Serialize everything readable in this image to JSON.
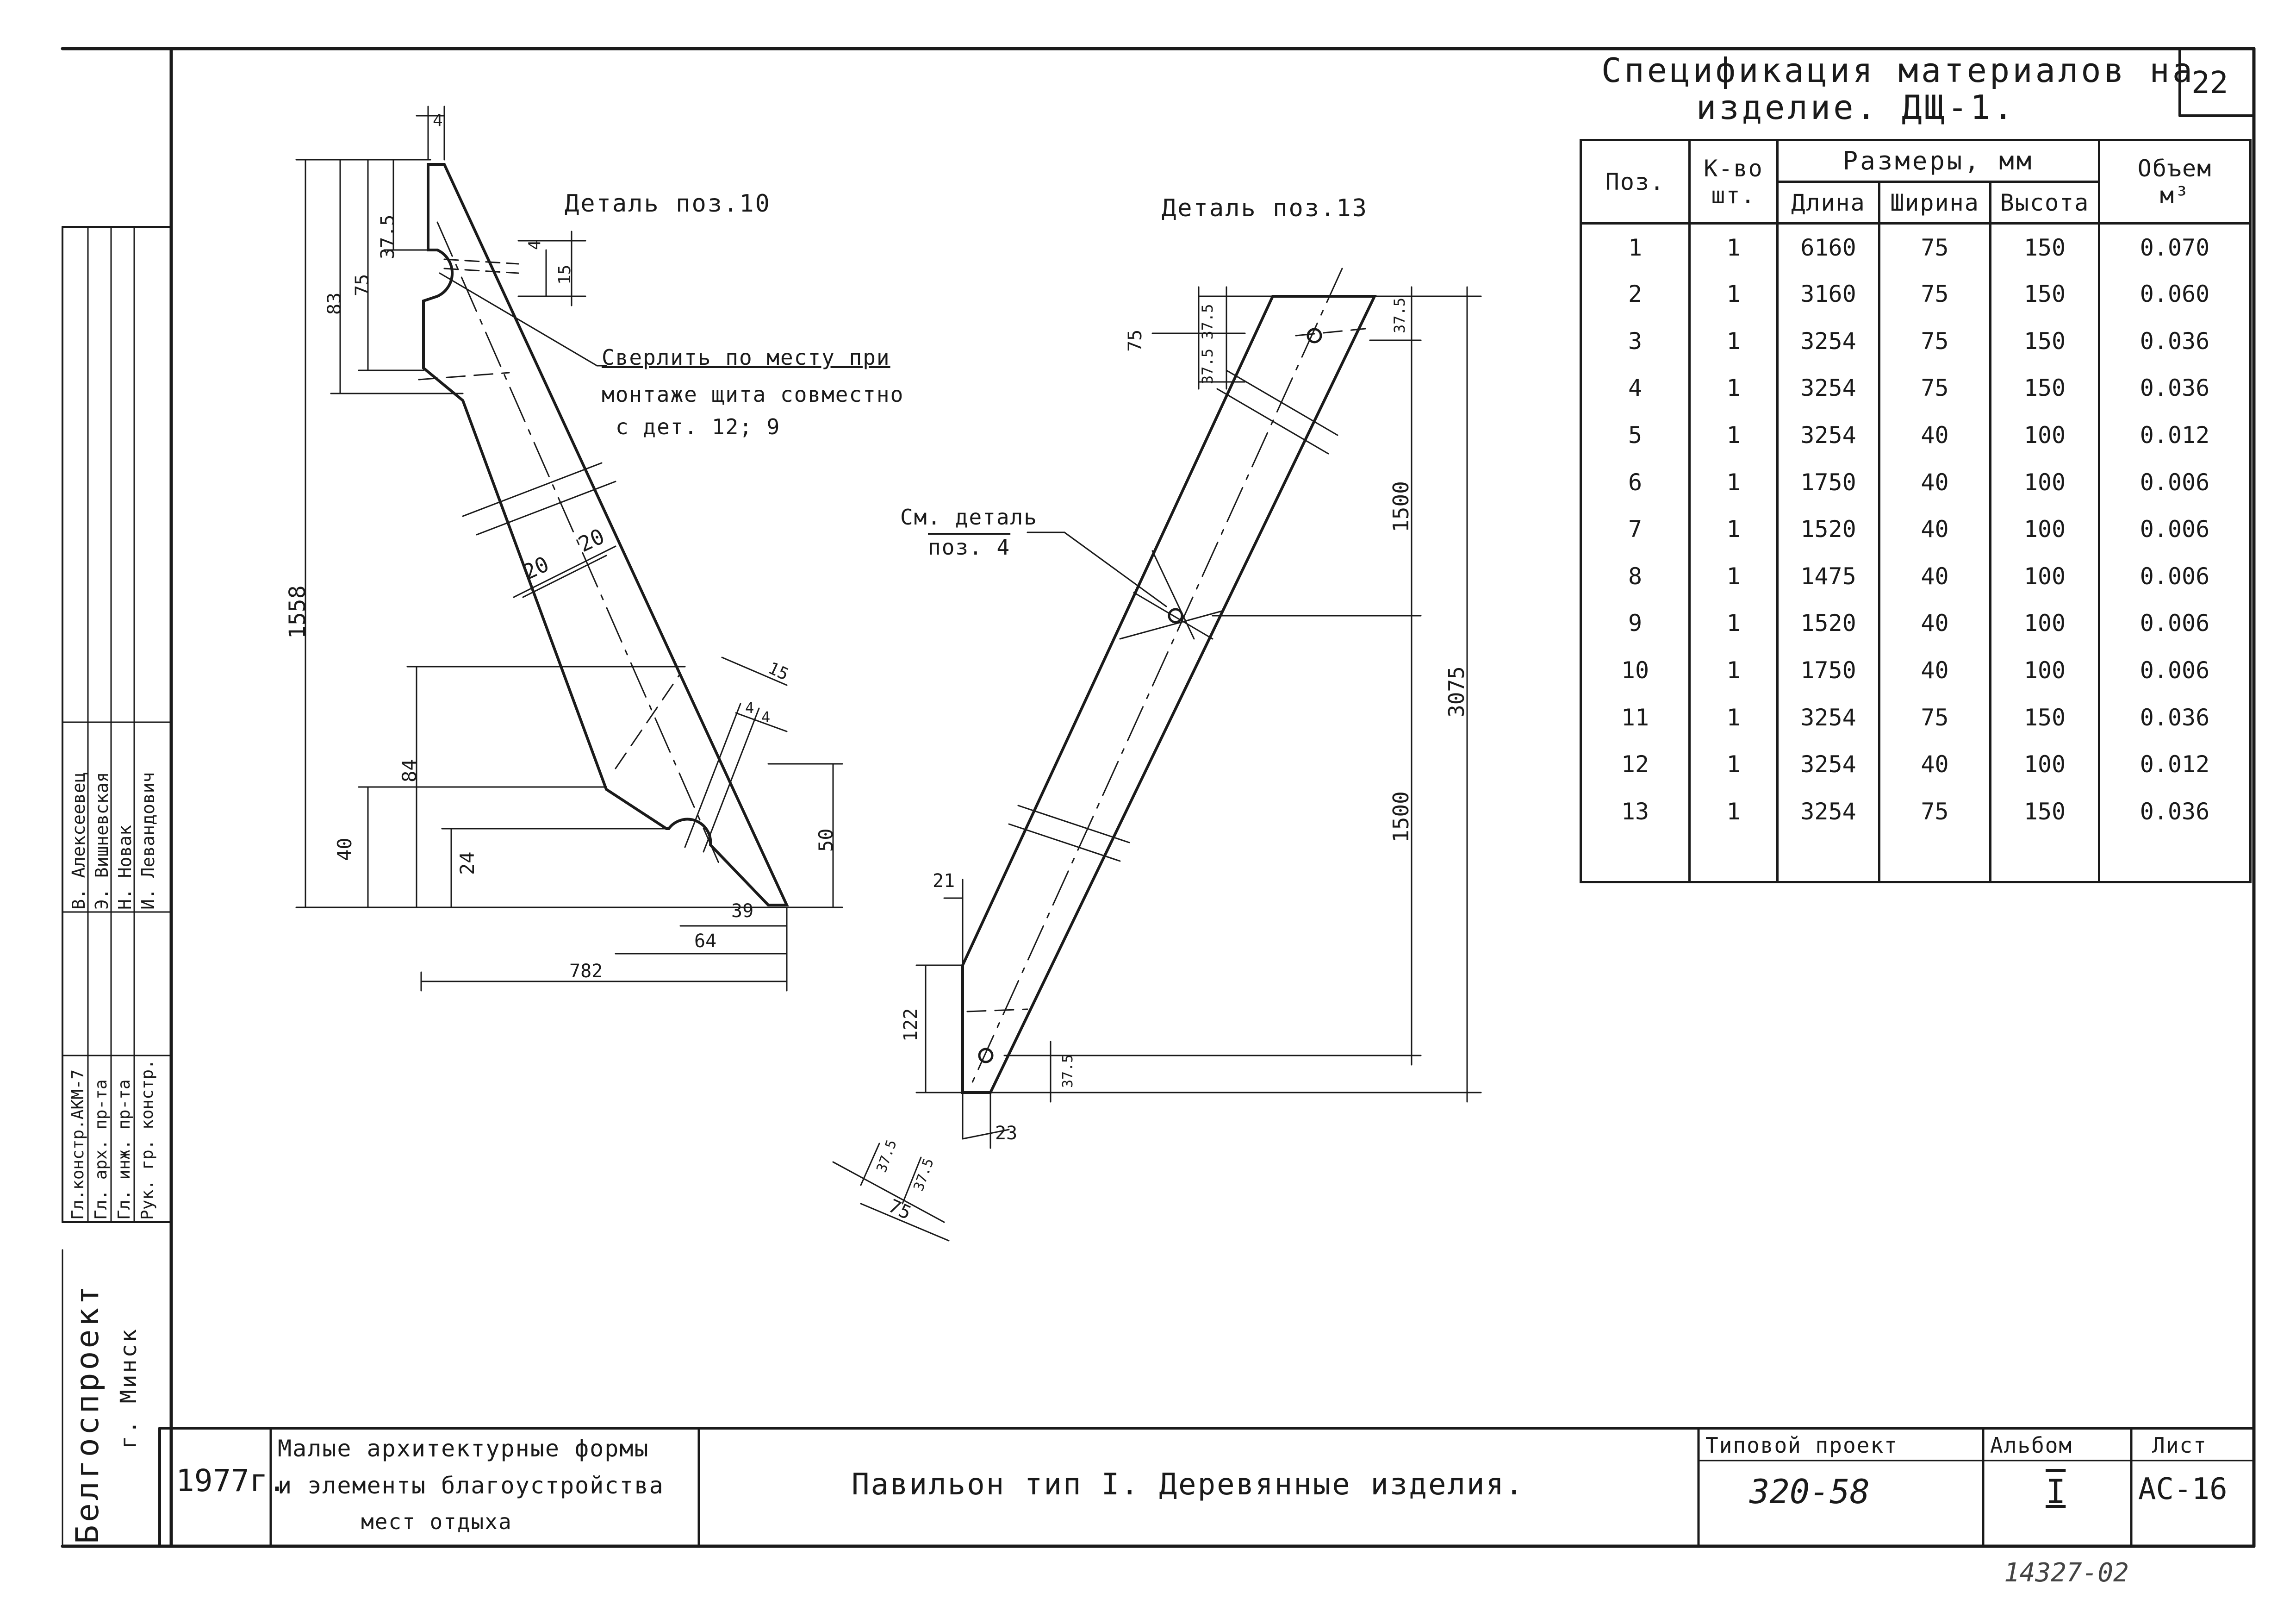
{
  "sheet_number_top": "22",
  "spec": {
    "title_line1": "Спецификация   материалов на",
    "title_line2": "изделие.  ДЩ-1.",
    "headers": {
      "pos": "Поз.",
      "qty_line1": "К-во",
      "qty_line2": "шт.",
      "dims": "Размеры, мм",
      "length": "Длина",
      "width": "Ширина",
      "height": "Высота",
      "volume_line1": "Объем",
      "volume_line2": "м³"
    },
    "rows": [
      {
        "pos": "1",
        "qty": "1",
        "length": "6160",
        "width": "75",
        "height": "150",
        "volume": "0.070"
      },
      {
        "pos": "2",
        "qty": "1",
        "length": "3160",
        "width": "75",
        "height": "150",
        "volume": "0.060"
      },
      {
        "pos": "3",
        "qty": "1",
        "length": "3254",
        "width": "75",
        "height": "150",
        "volume": "0.036"
      },
      {
        "pos": "4",
        "qty": "1",
        "length": "3254",
        "width": "75",
        "height": "150",
        "volume": "0.036"
      },
      {
        "pos": "5",
        "qty": "1",
        "length": "3254",
        "width": "40",
        "height": "100",
        "volume": "0.012"
      },
      {
        "pos": "6",
        "qty": "1",
        "length": "1750",
        "width": "40",
        "height": "100",
        "volume": "0.006"
      },
      {
        "pos": "7",
        "qty": "1",
        "length": "1520",
        "width": "40",
        "height": "100",
        "volume": "0.006"
      },
      {
        "pos": "8",
        "qty": "1",
        "length": "1475",
        "width": "40",
        "height": "100",
        "volume": "0.006"
      },
      {
        "pos": "9",
        "qty": "1",
        "length": "1520",
        "width": "40",
        "height": "100",
        "volume": "0.006"
      },
      {
        "pos": "10",
        "qty": "1",
        "length": "1750",
        "width": "40",
        "height": "100",
        "volume": "0.006"
      },
      {
        "pos": "11",
        "qty": "1",
        "length": "3254",
        "width": "75",
        "height": "150",
        "volume": "0.036"
      },
      {
        "pos": "12",
        "qty": "1",
        "length": "3254",
        "width": "40",
        "height": "100",
        "volume": "0.012"
      },
      {
        "pos": "13",
        "qty": "1",
        "length": "3254",
        "width": "75",
        "height": "150",
        "volume": "0.036"
      }
    ]
  },
  "detail10": {
    "title": "Деталь поз.10",
    "note_line1": "Сверлить по месту при",
    "note_line2": "монтаже щита совместно",
    "note_line3": "с дет. 12; 9",
    "dims": {
      "d4": "4",
      "d375": "37.5",
      "d75": "75",
      "d83": "83",
      "d4b": "4",
      "d15": "15",
      "d1558": "1558",
      "d20a": "20",
      "d20b": "20",
      "d84": "84",
      "d40": "40",
      "d24": "24",
      "d15b": "15",
      "d4c": "4",
      "d4d": "4",
      "d50": "50",
      "d39": "39",
      "d64": "64",
      "d782": "782"
    }
  },
  "detail13": {
    "title": "Деталь поз.13",
    "see_line1": "См. деталь",
    "see_line2": "поз. 4",
    "dims": {
      "d75": "75",
      "d375375": "37.5  37.5",
      "d375": "37.5",
      "d1500a": "1500",
      "d3075": "3075",
      "d1500b": "1500",
      "d21": "21",
      "d122": "122",
      "d375b": "37.5",
      "d23": "23",
      "d375c": "37.5",
      "d375d": "37.5",
      "d75b": "75"
    }
  },
  "side_stamp": {
    "org": "Белгоспроект",
    "city": "г. Минск",
    "roles": [
      "Гл.констр.АКМ-7",
      "Гл. арх. пр-та",
      "Гл. инж. пр-та",
      "Рук. гр. констр."
    ],
    "names": [
      "В. Алексеевец",
      "Э. Вишневская",
      "Н. Новак",
      "И. Левандович"
    ]
  },
  "title_block": {
    "year": "1977г.",
    "subject_line1": "Малые архитектурные формы",
    "subject_line2": "и элементы благоустройства",
    "subject_line3": "мест отдыха",
    "drawing_title": "Павильон тип I.  Деревянные изделия.",
    "project_label": "Типовой проект",
    "project_value": "320-58",
    "album_label": "Альбом",
    "album_value": "I",
    "sheet_label": "Лист",
    "sheet_value": "АС-16"
  },
  "archive_number": "14327-02"
}
